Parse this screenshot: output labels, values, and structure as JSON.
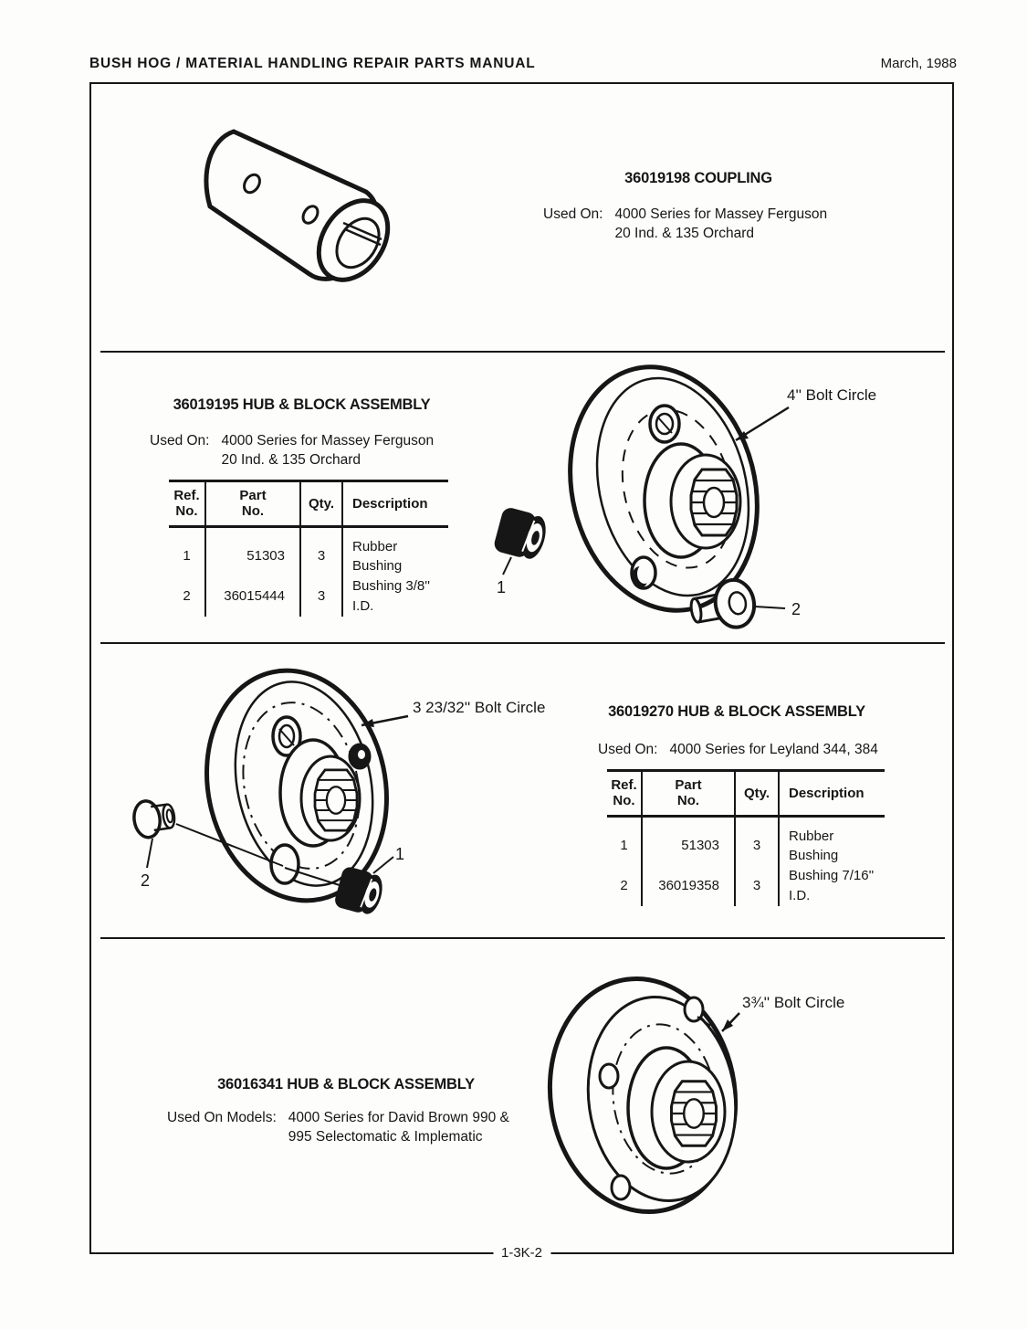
{
  "page": {
    "header_left": "BUSH HOG / MATERIAL HANDLING REPAIR PARTS MANUAL",
    "header_right": "March, 1988",
    "footer_page_number": "1-3K-2"
  },
  "coupling": {
    "title": "36019198 COUPLING",
    "used_on_label": "Used On:",
    "used_on_line1": "4000 Series for Massey Ferguson",
    "used_on_line2": "20 Ind. & 135 Orchard"
  },
  "hub195": {
    "title": "36019195 HUB & BLOCK ASSEMBLY",
    "used_on_label": "Used On:",
    "used_on_line1": "4000 Series for Massey Ferguson",
    "used_on_line2": "20 Ind. & 135 Orchard",
    "callout_bolt_circle": "4'' Bolt Circle",
    "ref1": "1",
    "ref2": "2",
    "table": {
      "headers": [
        "Ref.\nNo.",
        "Part\nNo.",
        "Qty.",
        "Description"
      ],
      "rows": [
        [
          "1",
          "51303",
          "3",
          "Rubber Bushing"
        ],
        [
          "2",
          "36015444",
          "3",
          "Bushing 3/8'' I.D."
        ]
      ]
    }
  },
  "hub270": {
    "title": "36019270 HUB & BLOCK ASSEMBLY",
    "used_on_label": "Used On:",
    "used_on_line1": "4000 Series for Leyland 344, 384",
    "callout_bolt_circle": "3 23/32'' Bolt Circle",
    "ref1": "1",
    "ref2": "2",
    "table": {
      "headers": [
        "Ref.\nNo.",
        "Part\nNo.",
        "Qty.",
        "Description"
      ],
      "rows": [
        [
          "1",
          "51303",
          "3",
          "Rubber Bushing"
        ],
        [
          "2",
          "36019358",
          "3",
          "Bushing 7/16'' I.D."
        ]
      ]
    }
  },
  "hub341": {
    "title": "36016341 HUB & BLOCK ASSEMBLY",
    "used_on_label": "Used On Models:",
    "used_on_line1": "4000 Series for David Brown 990 &",
    "used_on_line2": "995 Selectomatic & Implematic",
    "callout_bolt_circle": "3¾'' Bolt Circle"
  }
}
